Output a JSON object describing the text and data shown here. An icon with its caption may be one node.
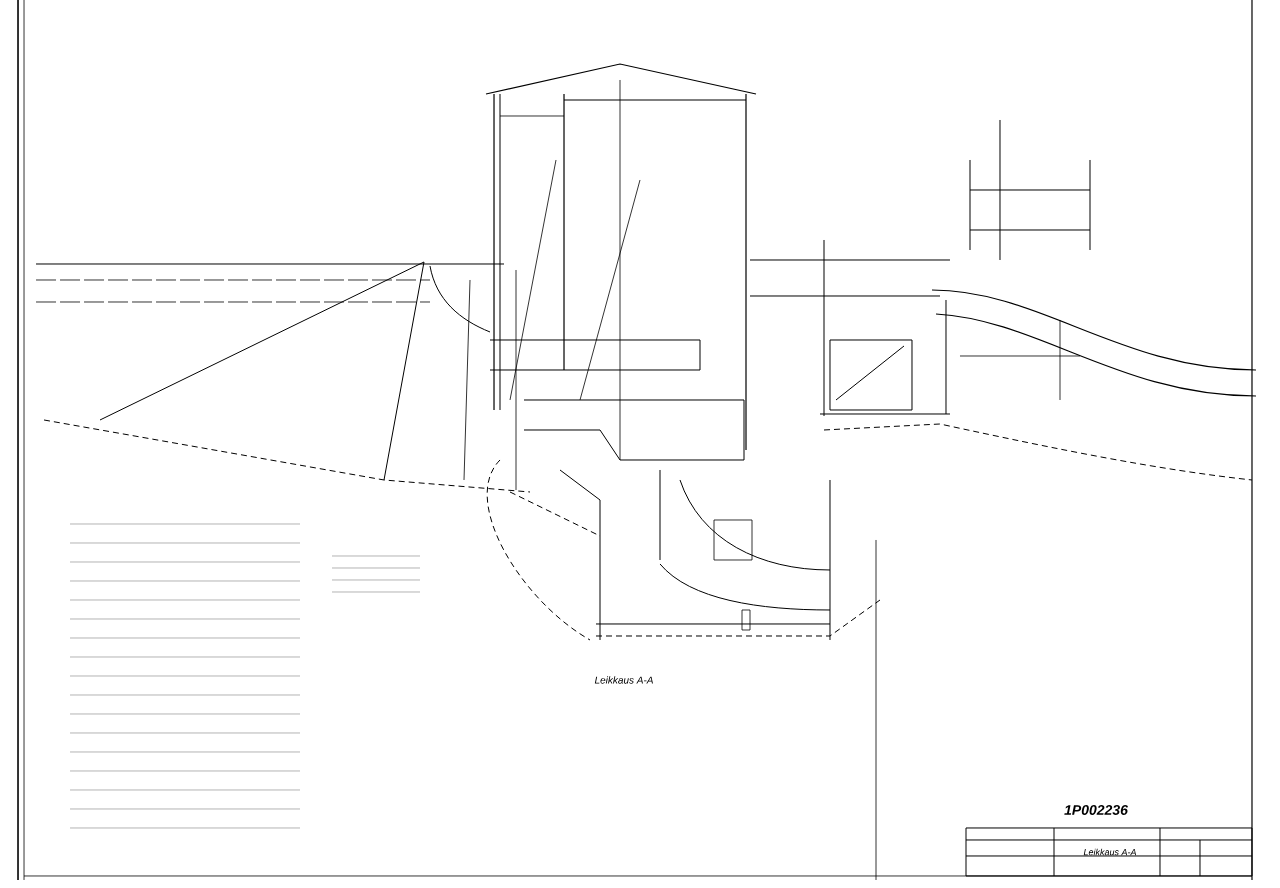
{
  "diagram": {
    "labels": [
      "Leikkaus A-A",
      "1P002236",
      "Leikkaus A-A"
    ]
  }
}
